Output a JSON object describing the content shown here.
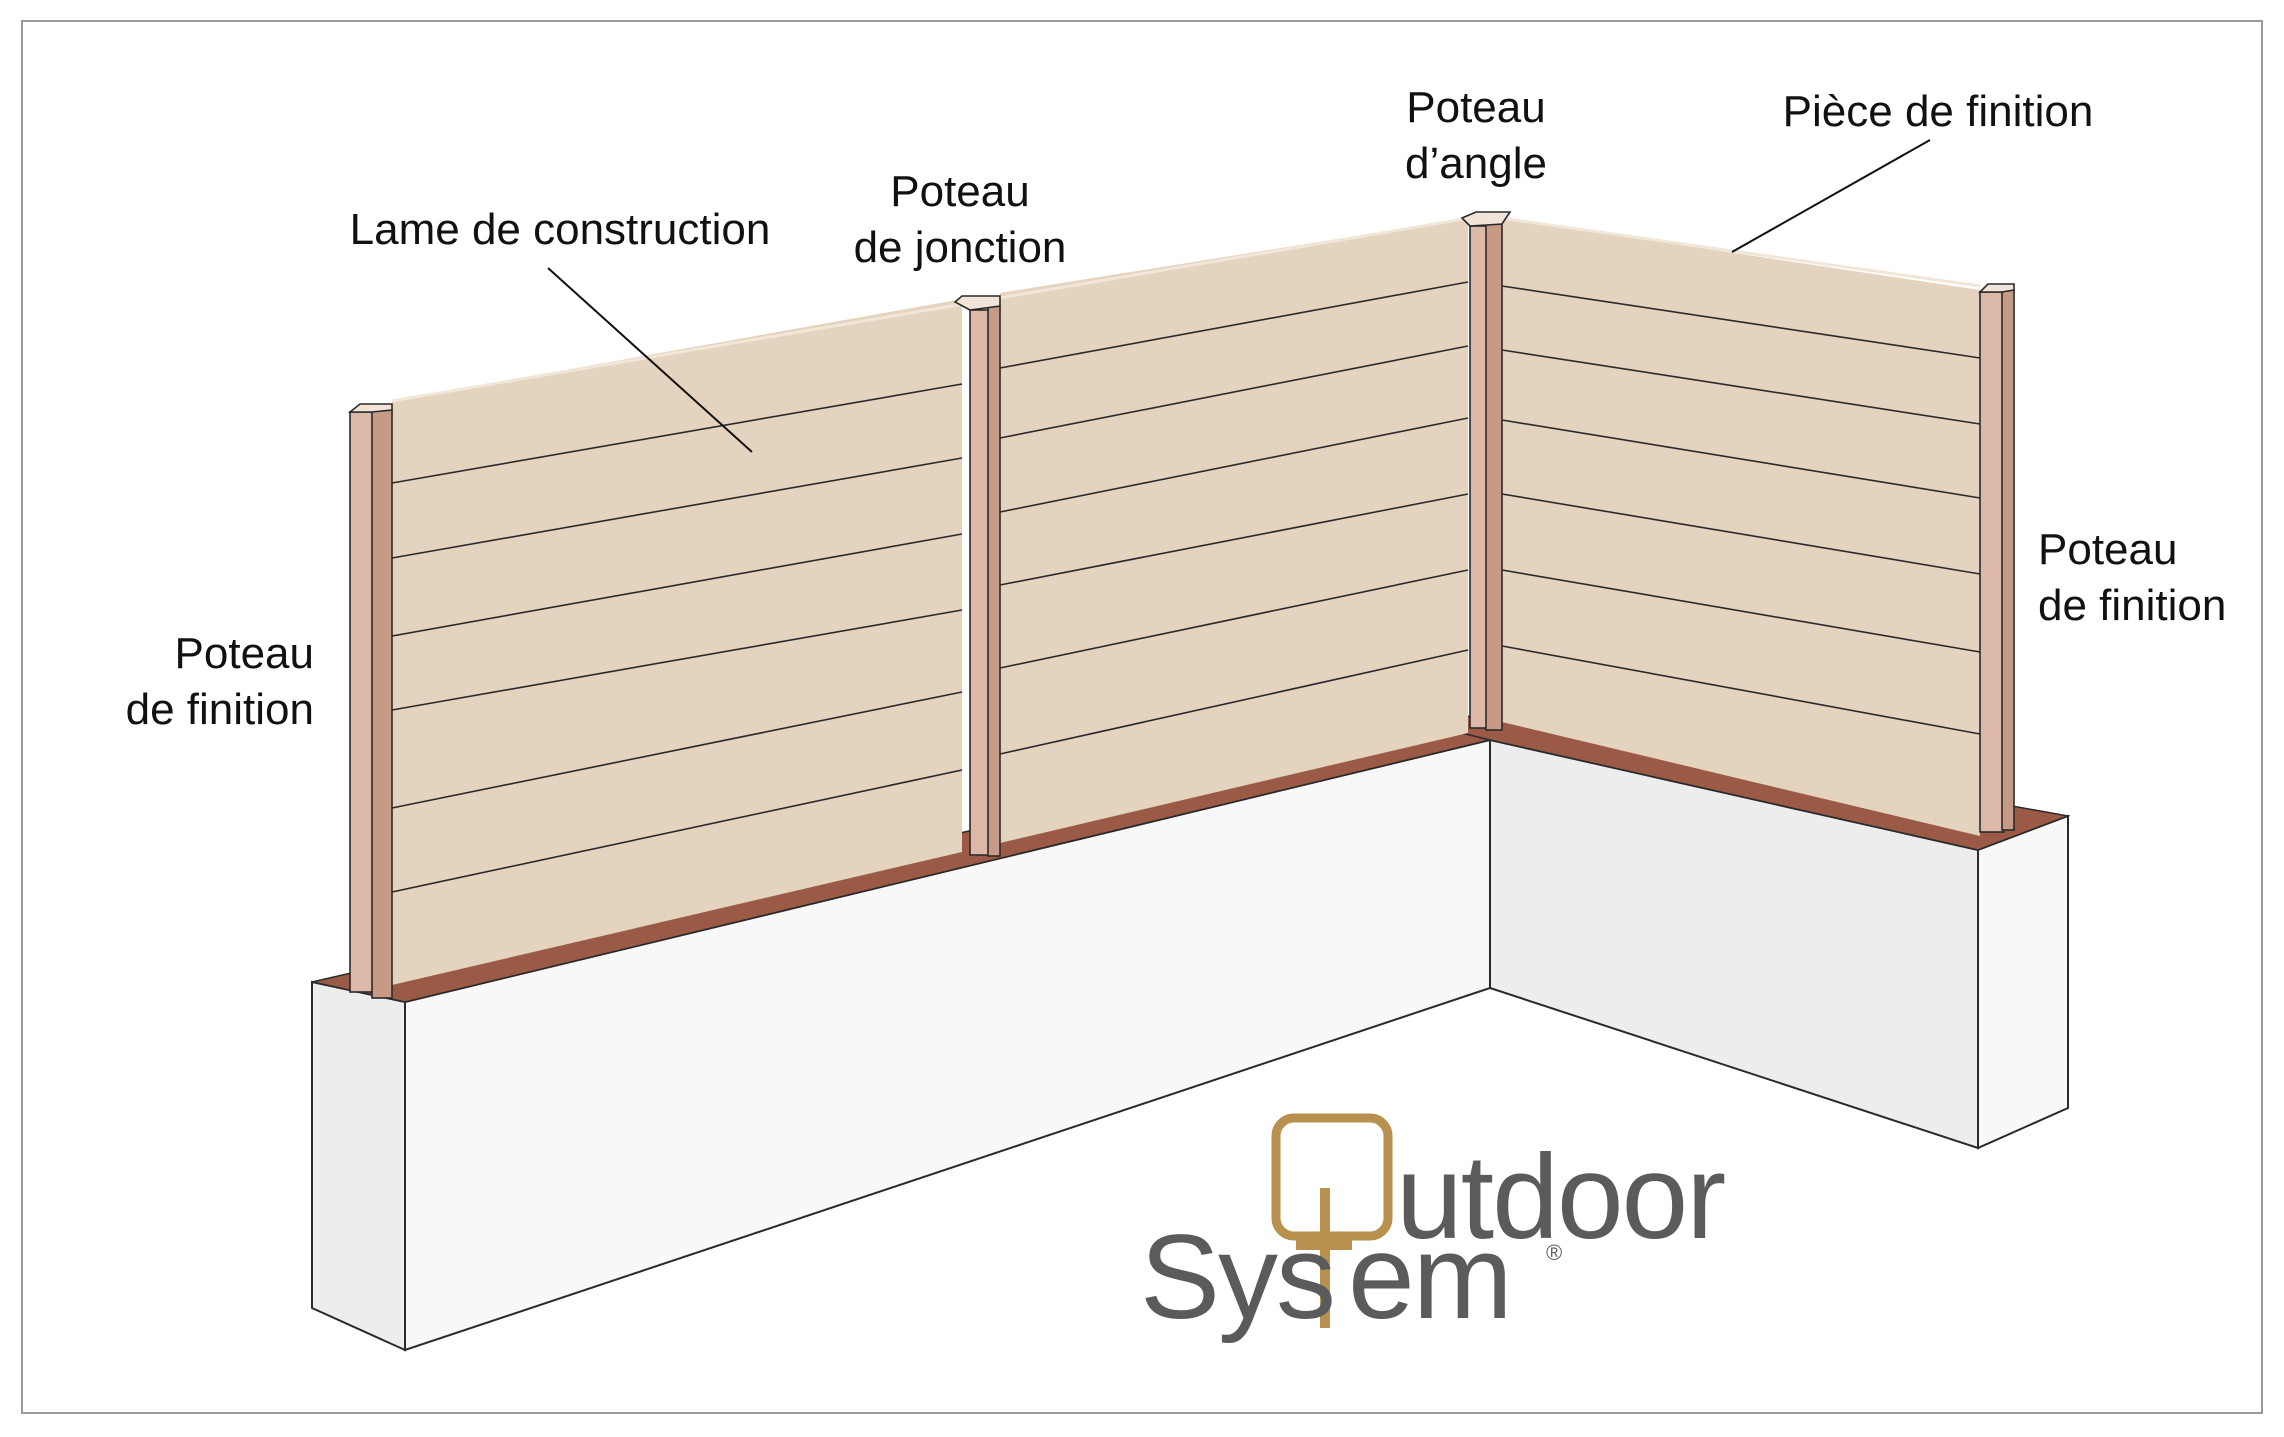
{
  "labels": {
    "lame_de_construction": "Lame de construction",
    "poteau_jonction_line1": "Poteau",
    "poteau_jonction_line2": "de jonction",
    "poteau_angle_line1": "Poteau",
    "poteau_angle_line2": "d’angle",
    "piece_de_finition": "Pièce de finition",
    "poteau_finition_left_line1": "Poteau",
    "poteau_finition_left_line2": "de finition",
    "poteau_finition_right_line1": "Poteau",
    "poteau_finition_right_line2": "de finition"
  },
  "logo": {
    "word_top": "Outdoor",
    "word_bottom": "System",
    "registered": "®"
  },
  "colors": {
    "board_fill": "#e4d3be",
    "board_line": "#2a2a2a",
    "post_front": "#c79a86",
    "post_side": "#dcb8a8",
    "cap_brown": "#9a5a46",
    "wall_front": "#f8f8f8",
    "wall_side": "#ededed",
    "frame": "#9a9a9a",
    "logo_gold": "#b8914e",
    "logo_gray": "#5b5b5b"
  }
}
